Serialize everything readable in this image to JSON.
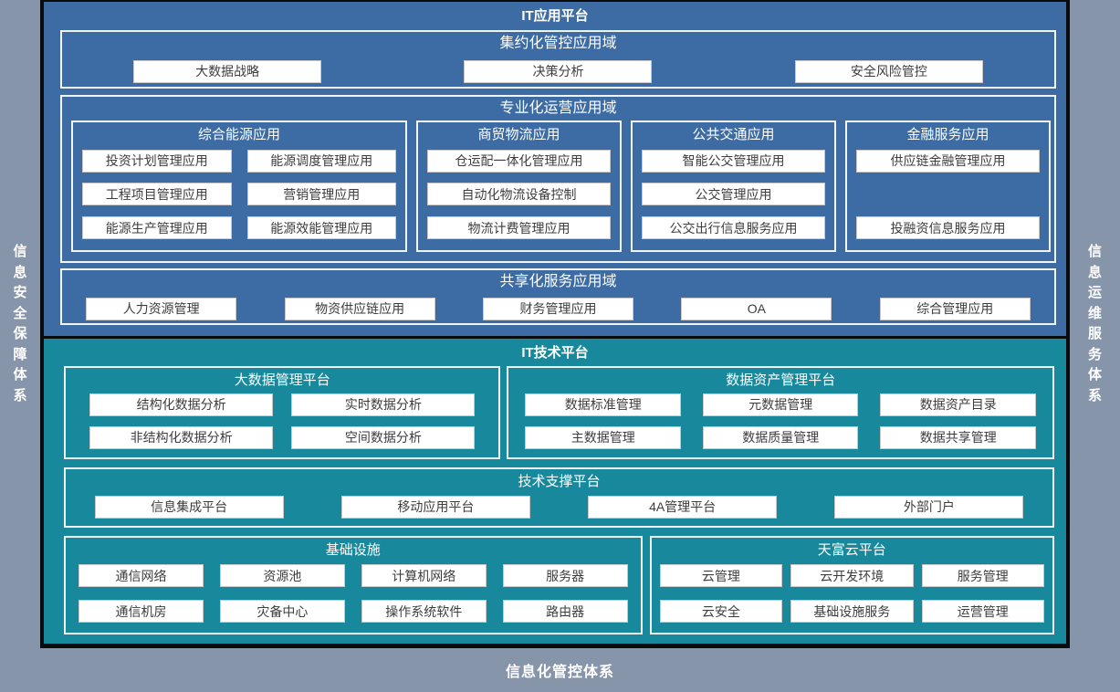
{
  "colors": {
    "app_platform_bg": "#3d6ca4",
    "tech_platform_bg": "#18899c",
    "frame_bg": "#8795ab",
    "divider": "#0b0b0b",
    "box_border": "#f2f5f8",
    "pill_bg": "#ffffff",
    "pill_text": "#3d3d3d"
  },
  "frame": {
    "left_rail_label": "信息安全保障体系",
    "right_rail_label": "信息运维服务体系",
    "bottom_rail_label": "信息化管控体系"
  },
  "app_platform": {
    "title": "IT应用平台",
    "intensive_domain": {
      "title": "集约化管控应用域",
      "items": [
        "大数据战略",
        "决策分析",
        "安全风险管控"
      ]
    },
    "specialized_domain": {
      "title": "专业化运营应用域",
      "groups": [
        {
          "title": "综合能源应用",
          "items": [
            "投资计划管理应用",
            "能源调度管理应用",
            "工程项目管理应用",
            "营销管理应用",
            "能源生产管理应用",
            "能源效能管理应用"
          ]
        },
        {
          "title": "商贸物流应用",
          "items": [
            "仓运配一体化管理应用",
            "自动化物流设备控制",
            "物流计费管理应用"
          ]
        },
        {
          "title": "公共交通应用",
          "items": [
            "智能公交管理应用",
            "公交管理应用",
            "公交出行信息服务应用"
          ]
        },
        {
          "title": "金融服务应用",
          "items": [
            "供应链金融管理应用",
            "投融资信息服务应用"
          ]
        }
      ]
    },
    "shared_domain": {
      "title": "共享化服务应用域",
      "items": [
        "人力资源管理",
        "物资供应链应用",
        "财务管理应用",
        "OA",
        "综合管理应用"
      ]
    }
  },
  "tech_platform": {
    "title": "IT技术平台",
    "bigdata": {
      "title": "大数据管理平台",
      "items": [
        "结构化数据分析",
        "实时数据分析",
        "非结构化数据分析",
        "空间数据分析"
      ]
    },
    "data_asset": {
      "title": "数据资产管理平台",
      "items": [
        "数据标准管理",
        "元数据管理",
        "数据资产目录",
        "主数据管理",
        "数据质量管理",
        "数据共享管理"
      ]
    },
    "tech_support": {
      "title": "技术支撑平台",
      "items": [
        "信息集成平台",
        "移动应用平台",
        "4A管理平台",
        "外部门户"
      ]
    },
    "infrastructure": {
      "title": "基础设施",
      "items": [
        "通信网络",
        "资源池",
        "计算机网络",
        "服务器",
        "通信机房",
        "灾备中心",
        "操作系统软件",
        "路由器"
      ]
    },
    "cloud": {
      "title": "天富云平台",
      "items": [
        "云管理",
        "云开发环境",
        "服务管理",
        "云安全",
        "基础设施服务",
        "运营管理"
      ]
    }
  }
}
